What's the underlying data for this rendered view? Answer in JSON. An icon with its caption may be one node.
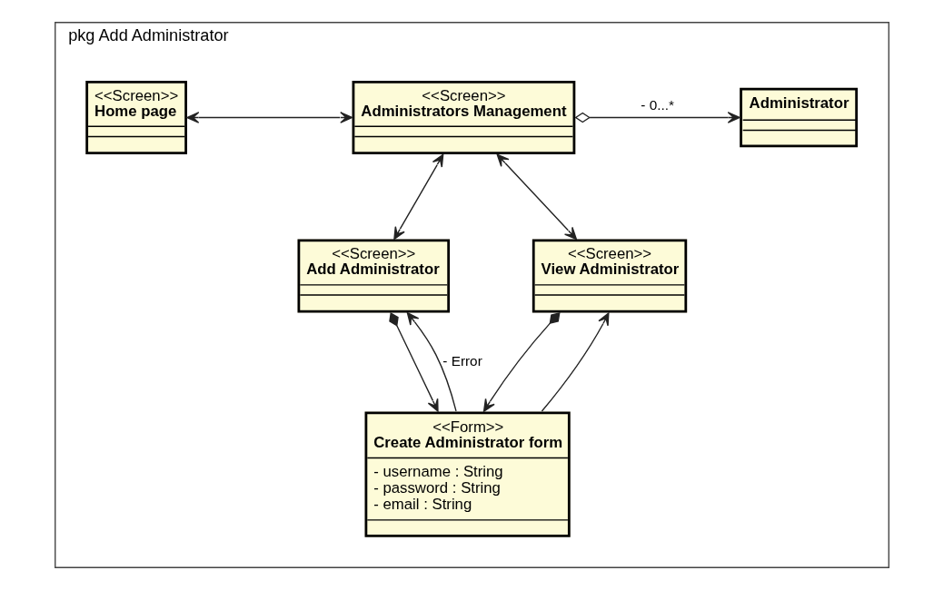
{
  "diagram": {
    "nodes": [
      {
        "text": [
          "pkg Add Administrator"
        ]
      },
      {
        "text": [
          "<<Screen>>",
          "Home page"
        ],
        "in": 0
      },
      {
        "text": [
          "<<Screen>>",
          "Administrators Management"
        ],
        "in": 0
      },
      {
        "text": [
          "Administrator"
        ],
        "in": 0
      },
      {
        "text": [
          "<<Screen>>",
          "Add Administrator"
        ],
        "in": 0
      },
      {
        "text": [
          "<<Screen>>",
          "View Administrator"
        ],
        "in": 0
      },
      {
        "text": [
          "<<Form>>",
          "Create Administrator form",
          "- username : String",
          "- password : String",
          "- email : String"
        ],
        "in": 0
      }
    ],
    "edges": [
      {
        "from": 1,
        "to": 2,
        "arrow": "both"
      },
      {
        "from": 2,
        "to": 3,
        "arrow": "to",
        "label": "- 0...*"
      },
      {
        "from": 2,
        "to": 4,
        "arrow": "both"
      },
      {
        "from": 2,
        "to": 5,
        "arrow": "both"
      },
      {
        "from": 4,
        "to": 6,
        "arrow": "to"
      },
      {
        "from": 5,
        "to": 6,
        "arrow": "to"
      },
      {
        "from": 6,
        "to": 4,
        "arrow": "to",
        "label": "- Error"
      },
      {
        "from": 6,
        "to": 5,
        "arrow": "to"
      }
    ]
  }
}
